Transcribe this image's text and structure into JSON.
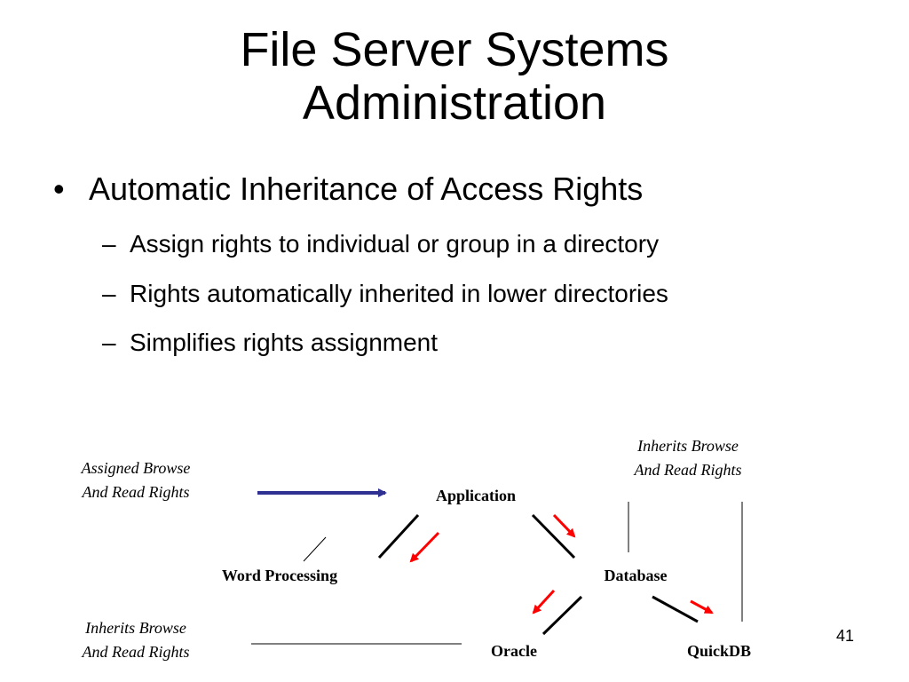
{
  "slide": {
    "title_line1": "File Server Systems",
    "title_line2": "Administration",
    "bullet": "Automatic Inheritance of Access Rights",
    "subbullets": [
      "Assign rights to individual or group in a directory",
      "Rights automatically inherited in lower directories",
      "Simplifies rights assignment"
    ],
    "bullet_mark": "•",
    "dash_mark": "–",
    "page_number": "41"
  },
  "diagram": {
    "nodes": {
      "application": "Application",
      "word_processing": "Word Processing",
      "database": "Database",
      "oracle": "Oracle",
      "quickdb": "QuickDB"
    },
    "notes": {
      "assigned_line1": "Assigned Browse",
      "assigned_line2": "And Read Rights",
      "inherits_top_line1": "Inherits Browse",
      "inherits_top_line2": "And Read Rights",
      "inherits_bottom_line1": "Inherits Browse",
      "inherits_bottom_line2": "And Read Rights"
    },
    "colors": {
      "assign_arrow": "#2e3192",
      "inherit_arrow": "#ff0000",
      "line": "#000000"
    }
  }
}
